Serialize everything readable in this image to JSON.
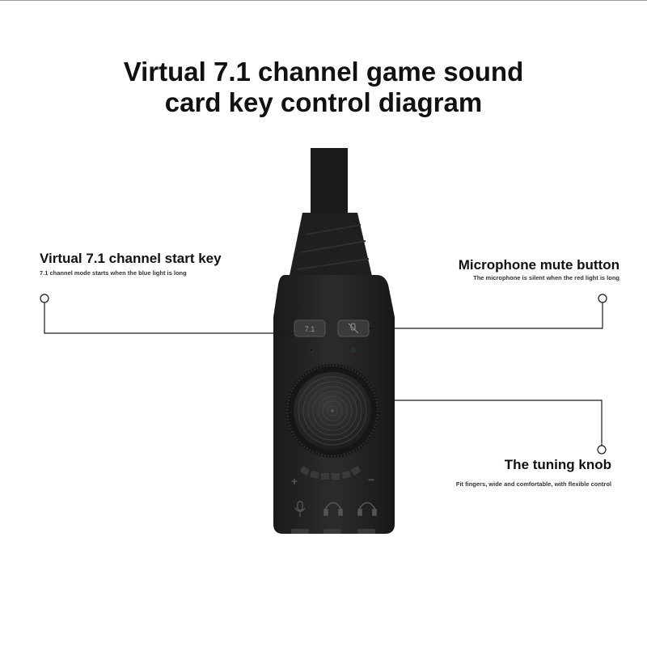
{
  "title": {
    "line1": "Virtual 7.1 channel game sound",
    "line2": "card key control diagram"
  },
  "callouts": {
    "start_key": {
      "heading": "Virtual 7.1 channel start key",
      "description": "7.1 channel mode starts when the blue light is long"
    },
    "mic_mute": {
      "heading": "Microphone mute button",
      "description": "The microphone is silent when the red light is long"
    },
    "knob": {
      "heading": "The tuning knob",
      "description": "Fit fingers, wide and comfortable, with flexible control"
    }
  },
  "device": {
    "button_left_label": "7.1",
    "plus_label": "+",
    "minus_label": "−",
    "icons": [
      "mic-icon",
      "headphone-icon",
      "headphone-icon",
      "microphone-off-icon"
    ]
  },
  "colors": {
    "device_body": "#232323",
    "cable": "#1b1b1b",
    "callout_line": "#1a1a1a"
  }
}
